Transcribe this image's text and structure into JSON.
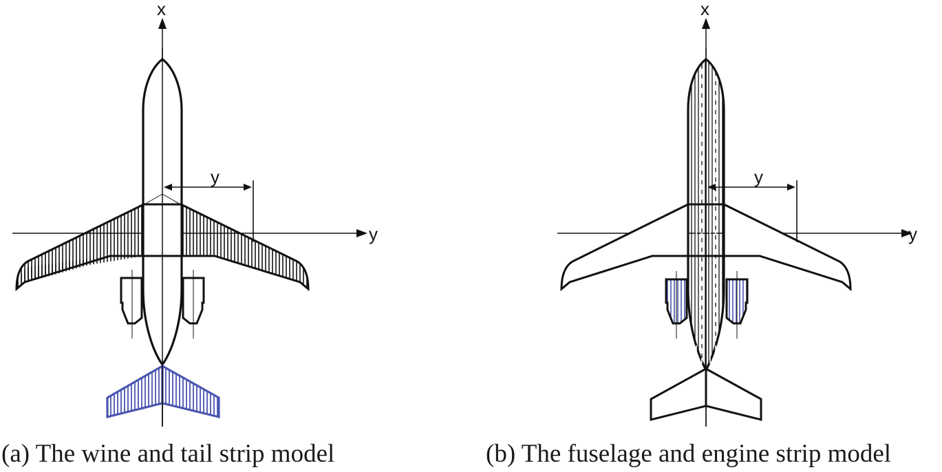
{
  "panels": [
    {
      "axis_x_label": "x",
      "axis_y_label": "y",
      "dimension_label": "y",
      "caption": "(a) The wine and tail strip model"
    },
    {
      "axis_x_label": "x",
      "axis_y_label": "y",
      "dimension_label": "y",
      "caption": "(b) The fuselage and engine strip model"
    }
  ],
  "colors": {
    "outline": "#111111",
    "tail_strips": "#4a55b0",
    "engine_strips": "#4a55b0",
    "fuselage_fill": "#d8d8d8"
  }
}
